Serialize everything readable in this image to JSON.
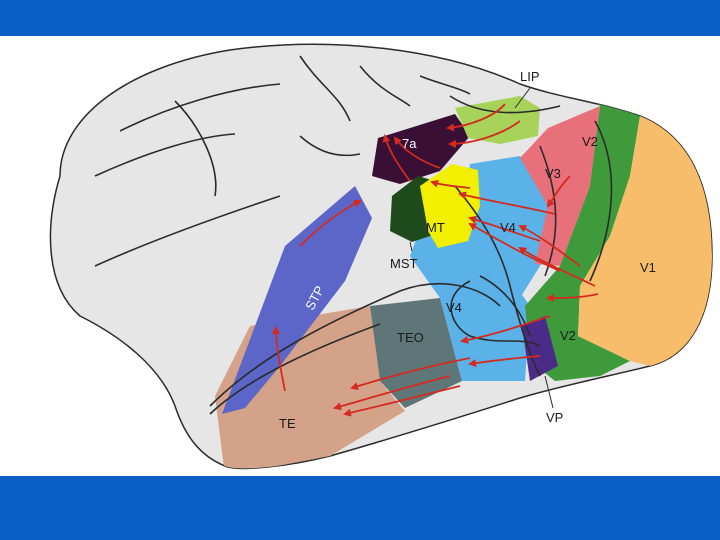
{
  "colors": {
    "band": "#0a5fc4",
    "brain": "#e6e6e6",
    "sulcus": "#2b2b2b",
    "V1": "#f8bd6a",
    "V2": "#3e9a3a",
    "V3": "#e8707a",
    "V4": "#5ab2e8",
    "MT": "#f2f000",
    "MST": "#1f4a1c",
    "LIP": "#a8d35a",
    "7a": "#3a0f36",
    "STP": "#5b66c8",
    "TEO": "#5e7678",
    "TE": "#d4a289",
    "VP": "#4a2b88",
    "arrow": "#d42a1f"
  },
  "labels": {
    "lip": "LIP",
    "a7": "7a",
    "v2_top": "V2",
    "v3": "V3",
    "mt": "MT",
    "v4_upper": "V4",
    "mst": "MST",
    "v1": "V1",
    "stp": "STP",
    "v4_lower": "V4",
    "teo": "TEO",
    "v2_bottom": "V2",
    "te": "TE",
    "vp": "VP"
  }
}
